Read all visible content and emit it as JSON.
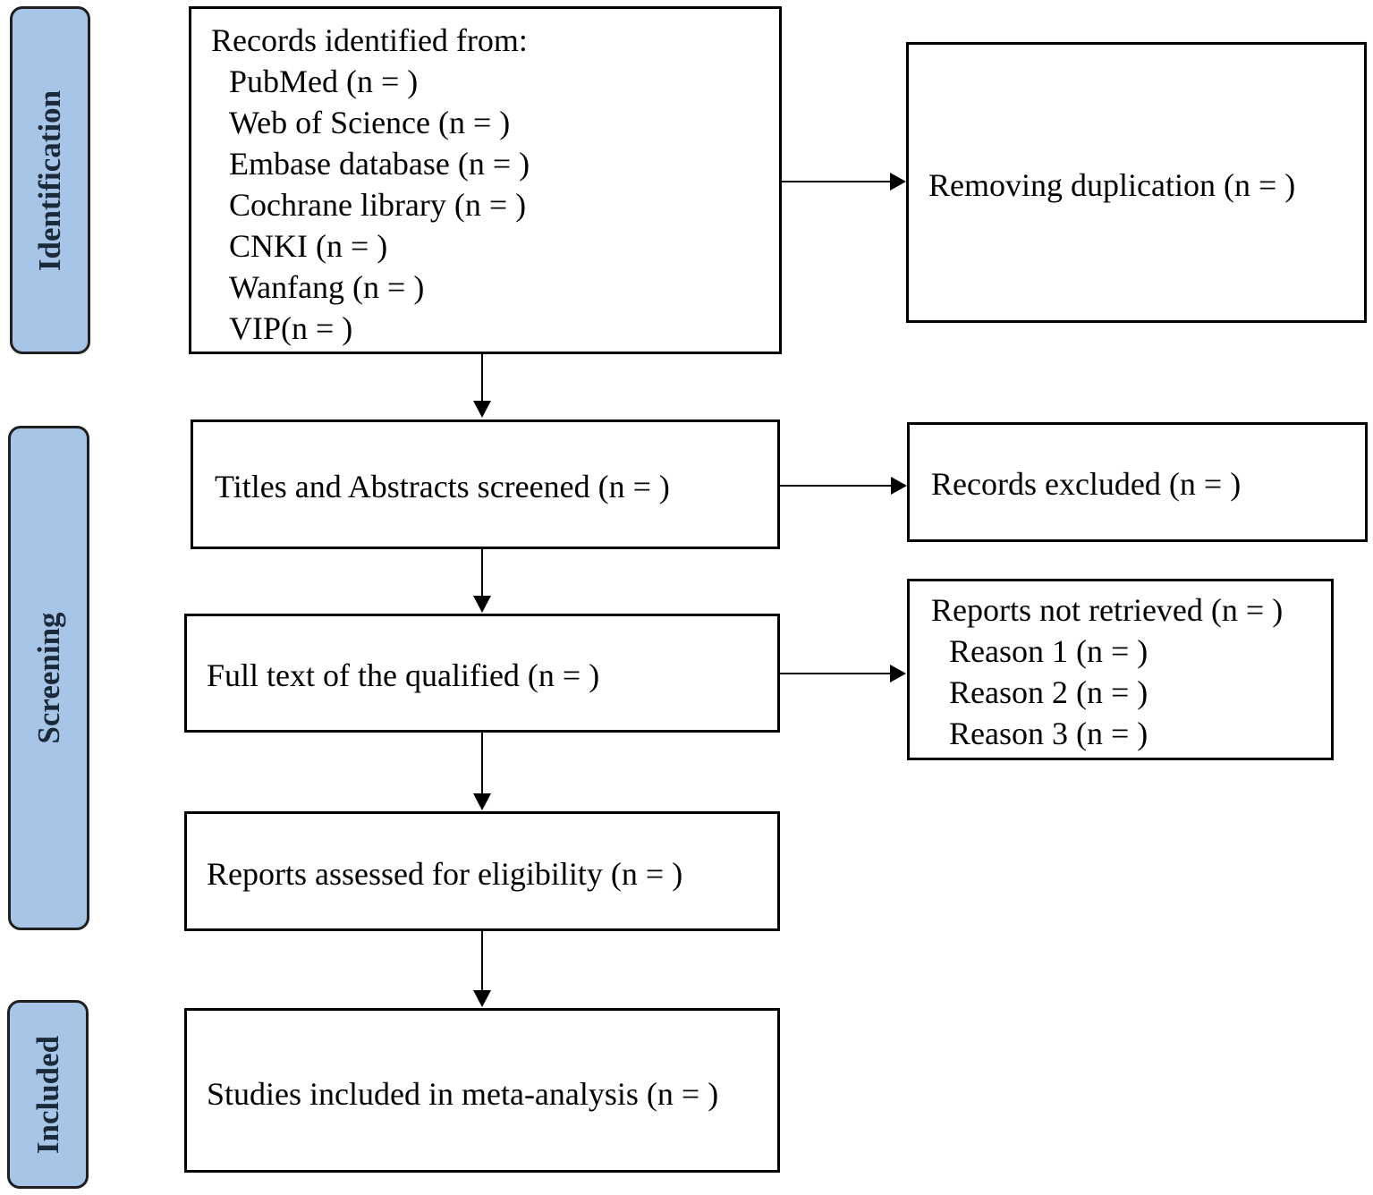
{
  "phases": {
    "identification": "Identification",
    "screening": "Screening",
    "included": "Included"
  },
  "records": {
    "header": "Records identified from:",
    "sources": [
      "PubMed (n = )",
      "Web of Science (n = )",
      "Embase database (n = )",
      "Cochrane library (n = )",
      "CNKI (n = )",
      "Wanfang (n = )",
      "VIP(n = )"
    ]
  },
  "removing_duplication": "Removing duplication (n = )",
  "titles_screened": "Titles and Abstracts screened (n = )",
  "records_excluded": "Records excluded (n = )",
  "full_text": "Full text of the qualified (n = )",
  "not_retrieved": {
    "header": "Reports not retrieved (n = )",
    "reasons": [
      "Reason 1 (n = )",
      "Reason 2 (n = )",
      "Reason 3 (n = )"
    ]
  },
  "eligibility": "Reports assessed for eligibility (n = )",
  "included_studies": "Studies included in meta-analysis (n = )",
  "colors": {
    "phase_fill": "#a7c5e6",
    "phase_border": "#1f1f1f",
    "box_border": "#000000"
  }
}
